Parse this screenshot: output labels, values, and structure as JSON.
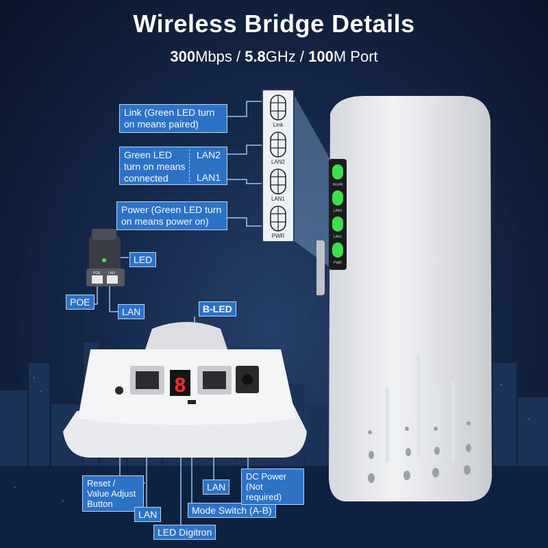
{
  "header": {
    "title": "Wireless Bridge Details",
    "subtitle": {
      "speed_num": "300",
      "speed_unit": "Mbps",
      "sep1": " / ",
      "freq_num": "5.8",
      "freq_unit": "GHz",
      "sep2": " / ",
      "port_num": "100",
      "port_unit": "M Port"
    }
  },
  "callouts": {
    "link": "Link (Green LED turn on means paired)",
    "green_led": "Green LED turn on means connected",
    "lan2": "LAN2",
    "lan1": "LAN1",
    "power": "Power (Green LED turn on means power on)",
    "led": "LED",
    "poe": "POE",
    "lan_adapter": "LAN",
    "b_led": "B-LED",
    "reset": "Reset / Value Adjust Button",
    "lan_bottom_left": "LAN",
    "lan_bottom_right": "LAN",
    "dc_power": "DC Power (Not required)",
    "mode_switch": "Mode Switch (A-B)",
    "led_digitron": "LED Digitron"
  },
  "panel_labels": [
    "Link",
    "LAN2",
    "LAN1",
    "PWR"
  ],
  "device_led_labels": [
    "WLAN",
    "LAN2",
    "LAN1",
    "PWR"
  ],
  "adapter_labels": {
    "poe": "POE",
    "lan": "LAN"
  },
  "digitron_value": "8",
  "colors": {
    "callout_bg": "#2c72c6",
    "led_green": "#3ee04a",
    "background": "#15284a"
  },
  "icons": [
    "antenna-led-icon",
    "rj45-port-icon",
    "dc-jack-icon",
    "poe-adapter-icon"
  ]
}
